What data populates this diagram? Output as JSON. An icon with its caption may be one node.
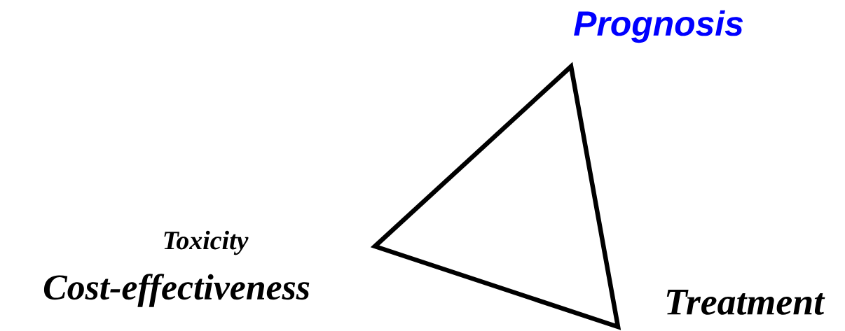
{
  "diagram": {
    "nodes": [
      {
        "text": [],
        "shape": "triangle"
      }
    ],
    "labels": [
      "Prognosis",
      "Toxicity",
      "Cost-effectiveness",
      "Treatment"
    ]
  }
}
